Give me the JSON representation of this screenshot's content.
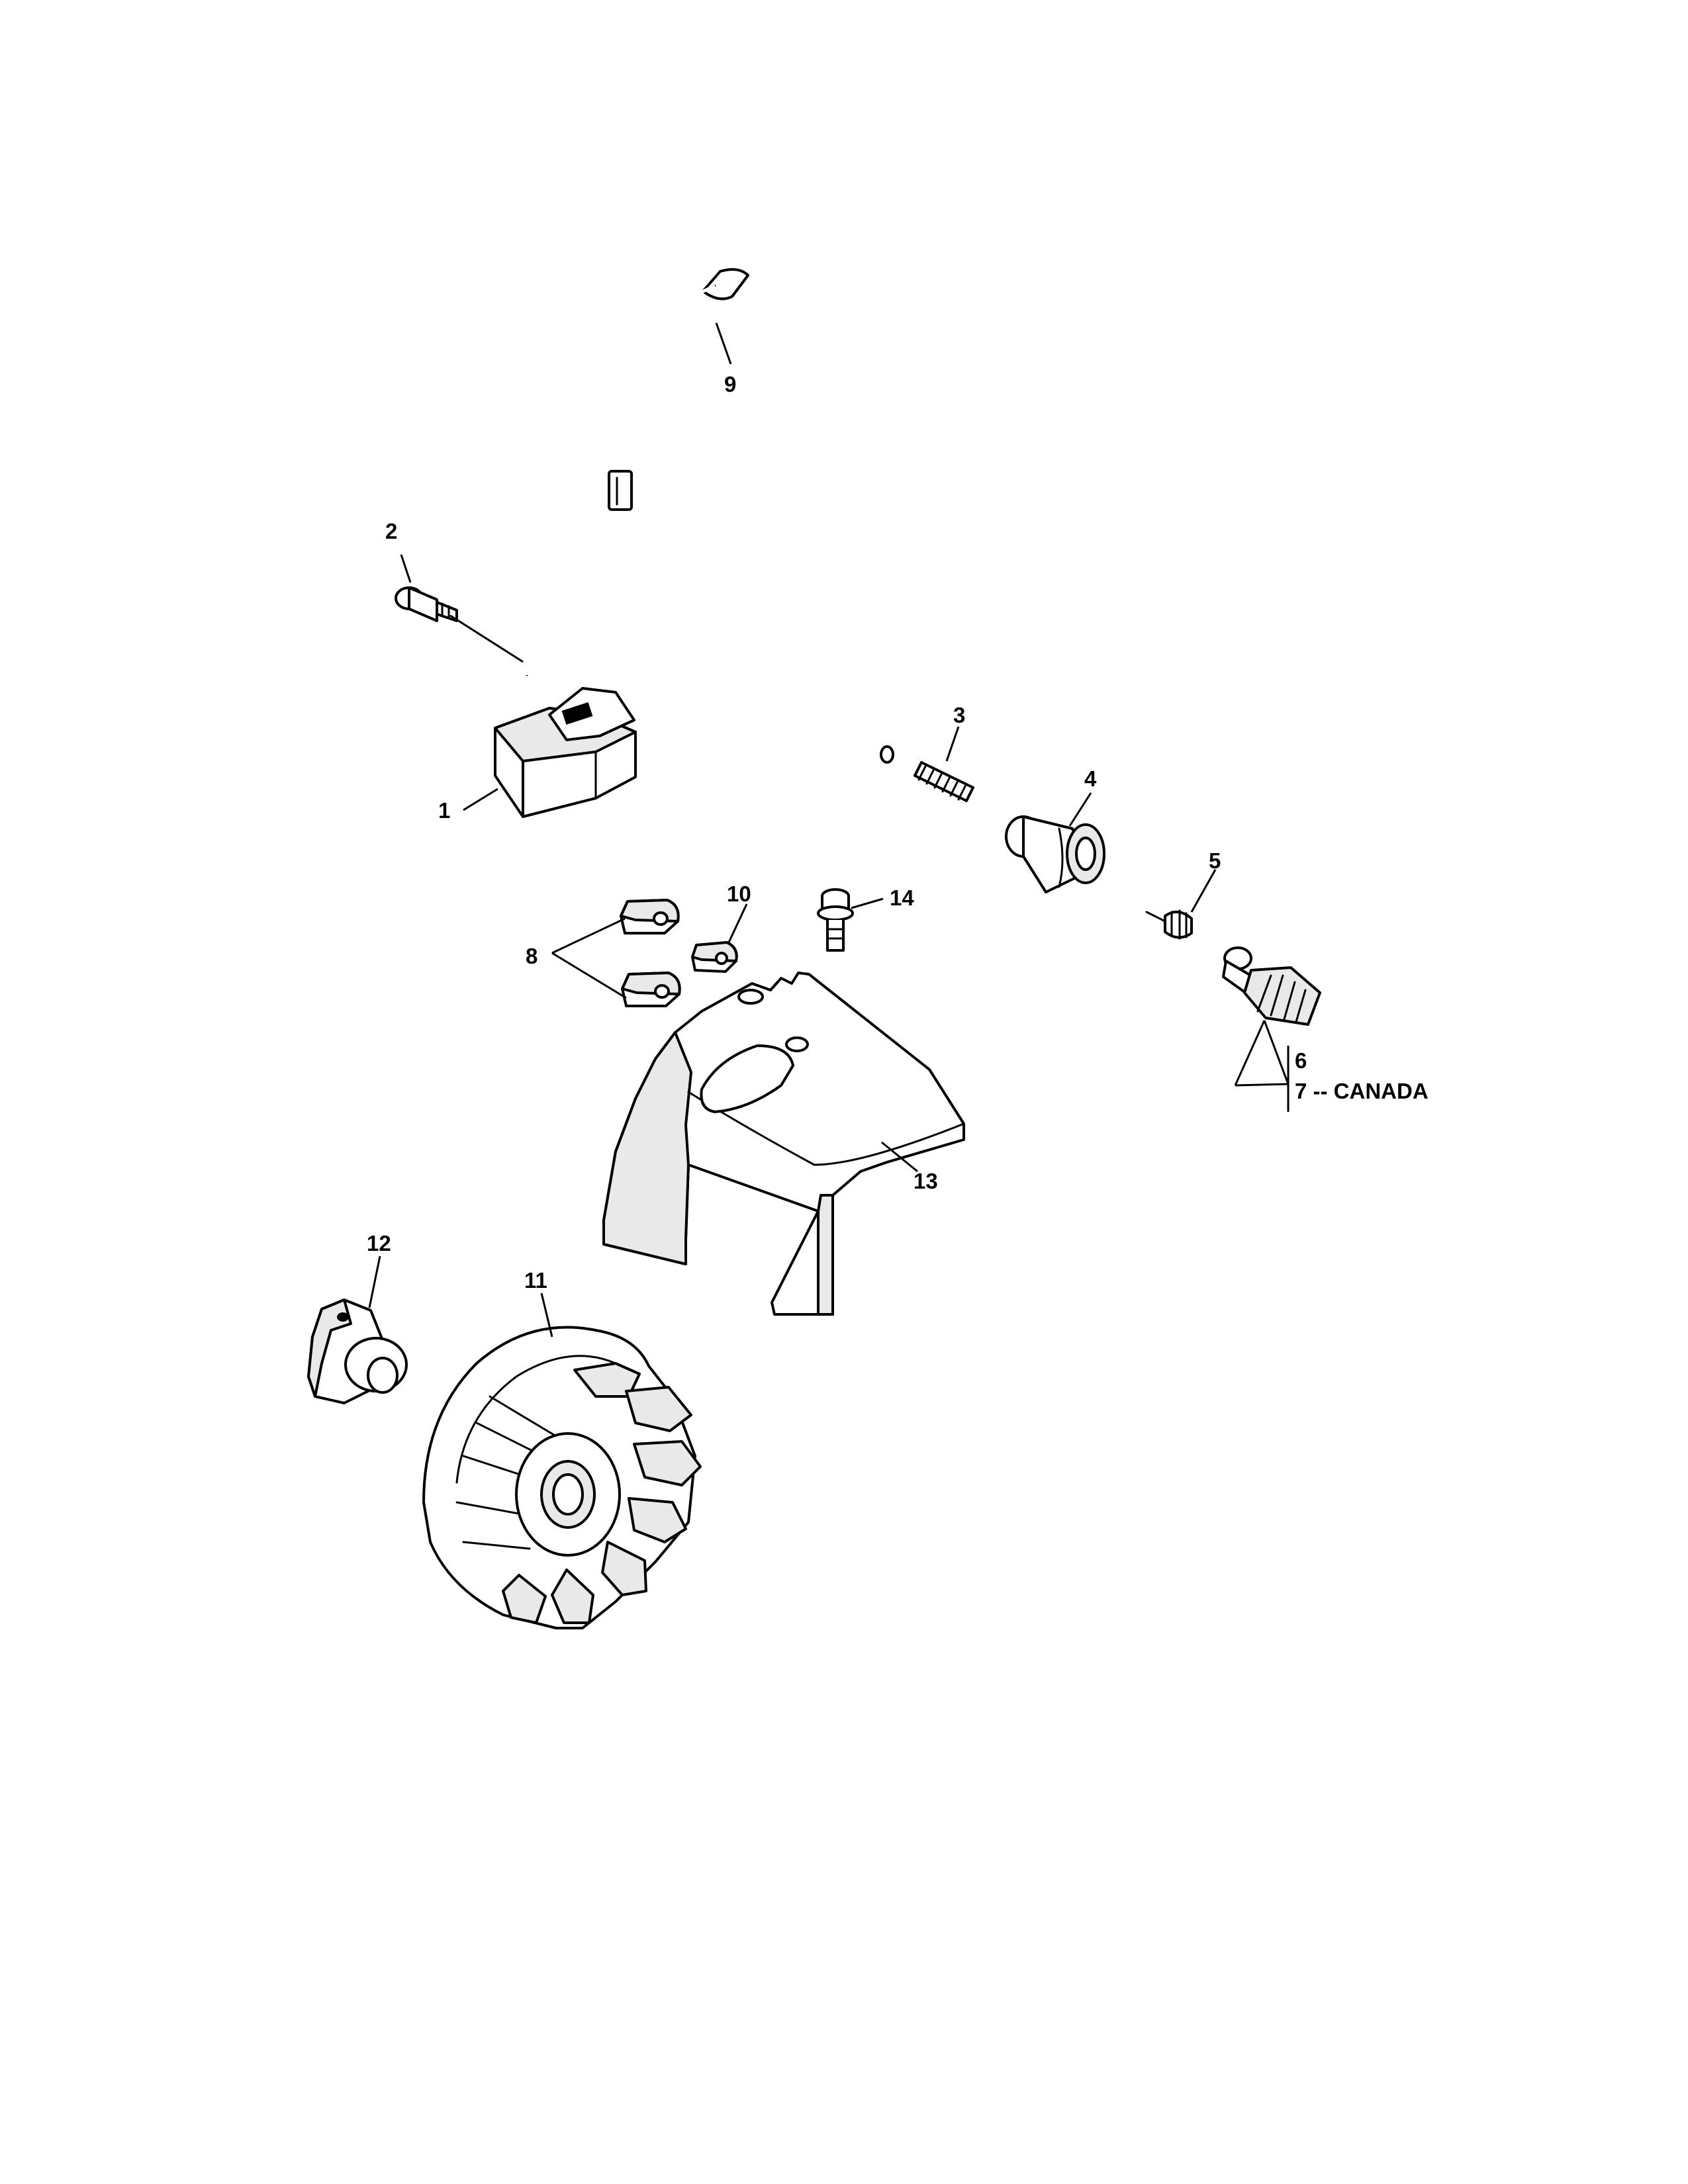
{
  "callouts": {
    "c1": "1",
    "c2": "2",
    "c3": "3",
    "c4": "4",
    "c5": "5",
    "c6": "6",
    "c7": "7 -- CANADA",
    "c8": "8",
    "c9": "9",
    "c10": "10",
    "c11": "11",
    "c12": "12",
    "c13": "13",
    "c14": "14"
  }
}
